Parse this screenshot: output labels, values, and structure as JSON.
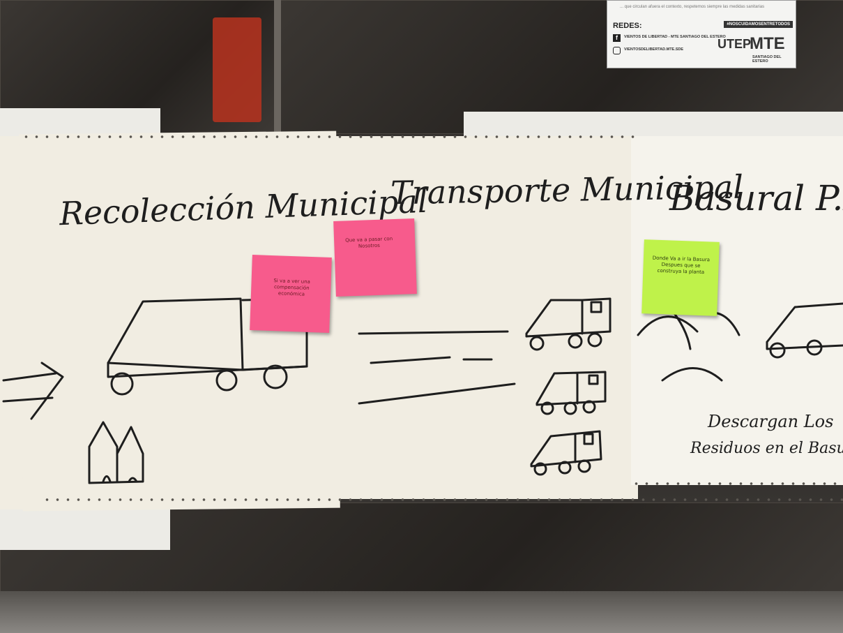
{
  "poster": {
    "fine_print": "... que circulan afuera el contexto, respetemos siempre las medidas sanitarias",
    "redes_label": "REDES:",
    "hashtag": "#NOSCUIDAMOSENTRETODOS",
    "facebook_line": "VIENTOS DE LIBERTAD - MTE SANTIAGO DEL ESTERO",
    "instagram_line": "VIENTOSDELIBERTAD.MTE.SDE",
    "logo_left": "UTEP",
    "logo_right": "MTE",
    "logo_sub": "SANTIAGO DEL ESTERO"
  },
  "sheets": [
    {
      "title": "Recolección Municipal"
    },
    {
      "title": "Transporte Municipal"
    },
    {
      "title": "Basural P.M",
      "caption_line1": "Descargan Los",
      "caption_line2": "Residuos en el Basural"
    }
  ],
  "sticky_notes": [
    {
      "text": "Si va a ver una compensación económica",
      "color": "#f75b8c"
    },
    {
      "text": "Que va a pasar con Nosotros",
      "color": "#f75b8c"
    },
    {
      "text": "Donde Va a ir la Basura Despues que se construya la planta",
      "color": "#bff24a"
    }
  ],
  "colors": {
    "paper": "#f1ede2",
    "ink": "#1e1e1e",
    "background_glass": "#2d2a27"
  }
}
